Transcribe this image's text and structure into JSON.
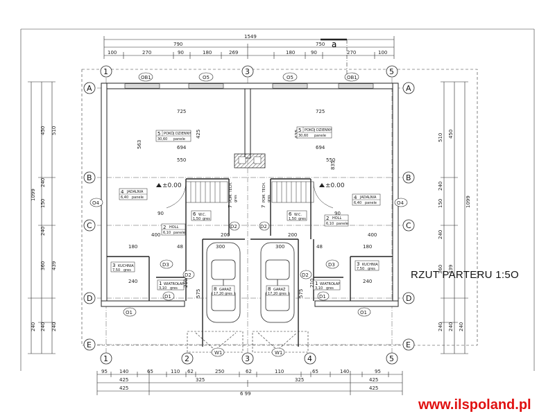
{
  "title": "RZUT PARTERU 1:5O",
  "watermark": "www.ilspoland.pl",
  "colors": {
    "line": "#222222",
    "wall": "#333333",
    "url": "#e01010"
  },
  "axes_cols": [
    "1",
    "3",
    "5",
    "1",
    "2",
    "3",
    "4",
    "5"
  ],
  "axes_rows": [
    "A",
    "B",
    "C",
    "D",
    "E",
    "A",
    "B",
    "C",
    "D",
    "E"
  ],
  "top_dims": {
    "overall": "1549",
    "halves": [
      "790",
      "750"
    ],
    "segments": [
      "100",
      "270",
      "90",
      "180",
      "269",
      "180",
      "90",
      "270",
      "100"
    ]
  },
  "left_dims": {
    "a": [
      "450",
      "510",
      "1099"
    ],
    "b": [
      "240",
      "150",
      "240"
    ],
    "c": [
      "360",
      "439"
    ],
    "d": [
      "240",
      "240",
      "240"
    ]
  },
  "right_dims": {
    "a": [
      "510",
      "450",
      "1099"
    ],
    "b": [
      "240",
      "150",
      "240"
    ],
    "c": [
      "439",
      "360"
    ],
    "d": [
      "240",
      "240",
      "240"
    ]
  },
  "bottom_dims": {
    "segments": [
      "95",
      "140",
      "65",
      "110",
      "62",
      "250",
      "62",
      "110",
      "65",
      "140",
      "95"
    ],
    "mid": [
      "425",
      "325",
      "325",
      "425"
    ],
    "overall": [
      "425",
      "6 99",
      "425"
    ]
  },
  "interior_dims": [
    "725",
    "725",
    "694",
    "694",
    "550",
    "550",
    "563",
    "425",
    "425",
    "835",
    "400",
    "400",
    "200",
    "200",
    "180",
    "180",
    "240",
    "240",
    "300",
    "300",
    "575",
    "575",
    "90",
    "90",
    "210",
    "210",
    "48",
    "48"
  ],
  "rooms": {
    "living_left": {
      "num": "5",
      "name": "POKÓJ DZIENNY",
      "area": "30,60",
      "floor": "panele"
    },
    "living_right": {
      "num": "5",
      "name": "POKÓJ DZIENNY",
      "area": "30,60",
      "floor": "panele"
    },
    "dining_left": {
      "num": "4",
      "name": "JADALNIA",
      "area": "6,40",
      "floor": "panele"
    },
    "dining_right": {
      "num": "4",
      "name": "JADALNIA",
      "area": "6,40",
      "floor": "panele"
    },
    "hall_left": {
      "num": "2",
      "name": "HOLL",
      "area": "6,10",
      "floor": "panele"
    },
    "hall_right": {
      "num": "2",
      "name": "HOLL",
      "area": "6,10",
      "floor": "panele"
    },
    "wc_left": {
      "num": "6",
      "name": "W.C.",
      "area": "1,50",
      "floor": "gres"
    },
    "wc_right": {
      "num": "6",
      "name": "W.C.",
      "area": "1,50",
      "floor": "gres"
    },
    "tech_left": {
      "num": "7",
      "name": "POM. TECH.",
      "area": "",
      "floor": "gres"
    },
    "tech_right": {
      "num": "7",
      "name": "POM. TECH.",
      "area": "",
      "floor": "gres"
    },
    "kitchen_left": {
      "num": "3",
      "name": "KUCHNIA",
      "area": "7,50",
      "floor": "gres"
    },
    "kitchen_right": {
      "num": "3",
      "name": "KUCHNIA",
      "area": "7,50",
      "floor": "gres"
    },
    "vest_left": {
      "num": "1",
      "name": "WIATROŁAP",
      "area": "3,10",
      "floor": "gres"
    },
    "vest_right": {
      "num": "1",
      "name": "WIATROŁAP",
      "area": "3,10",
      "floor": "gres"
    },
    "garage_left": {
      "num": "8",
      "name": "GARAŻ",
      "area": "17,20",
      "floor": "gres"
    },
    "garage_right": {
      "num": "8",
      "name": "GARAŻ",
      "area": "17,20",
      "floor": "gres"
    }
  },
  "levels": [
    "±0.00",
    "±0.00"
  ],
  "openings": [
    "OB1",
    "O5",
    "O5",
    "OB1",
    "O4",
    "O4",
    "D3",
    "D3",
    "D2",
    "D2",
    "D1",
    "D1",
    "O1",
    "O1",
    "W1",
    "W1",
    "D2",
    "D2"
  ],
  "section_mark": "a"
}
